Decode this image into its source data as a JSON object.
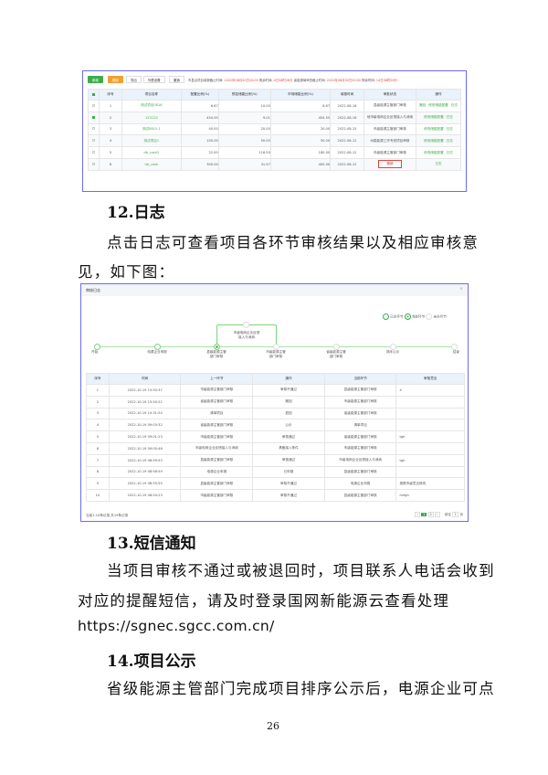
{
  "screenshot1": {
    "buttons": [
      "新增",
      "删除",
      "导出",
      "列表设置",
      "撤销"
    ],
    "notice": {
      "label1": "市县点项目填报截止时间:",
      "date1": "2022年08月20日20:00",
      "remain_label1": "剩余时间:",
      "remain1": "4日38时26分",
      "label2": "省能源局审查截止时间:",
      "date2": "2022年08月30日20:00",
      "remain_label2": "剩余时间:",
      "remain2": "14日38时26分"
    },
    "headers": [
      "",
      "序号",
      "项目名称",
      "配置比例(%)",
      "预控储能比例(%)",
      "市场储能比例(%)",
      "填报时间",
      "审批状态",
      "操作"
    ],
    "rows": [
      {
        "no": "1",
        "name": "测试项目0816",
        "a": "6.67",
        "b": "10.00",
        "c": "6.67",
        "date": "2022-08-16",
        "status": "县级能源主管部门审核",
        "ops": [
          "撤回",
          "修改储能配置",
          "日志"
        ],
        "checked": false
      },
      {
        "no": "2",
        "name": "123123",
        "a": "454.55",
        "b": "9.01",
        "c": "454.55",
        "date": "2022-08-16",
        "status": "地市级电网企业反馈接入与消纳",
        "ops": [
          "修改储能配置",
          "日志"
        ],
        "checked": true
      },
      {
        "no": "3",
        "name": "测试0815-1",
        "a": "40.00",
        "b": "20.00",
        "c": "20.00",
        "date": "2022-08-15",
        "status": "市级能源主管部门审核",
        "ops": [
          "修改储能配置",
          "日志"
        ],
        "checked": false
      },
      {
        "no": "4",
        "name": "测试项目1",
        "a": "100.00",
        "b": "50.00",
        "c": "50.00",
        "date": "2022-08-12",
        "status": "州能能源工作专班项目审核",
        "ops": [
          "修改储能配置",
          "日志"
        ],
        "checked": false
      },
      {
        "no": "5",
        "name": "db_cash2",
        "a": "22.00",
        "b": "116.50",
        "c": "180.00",
        "date": "2022-08-12",
        "status": "市级能源主管部门审核",
        "ops": [
          "修改储能配置",
          "日志"
        ],
        "checked": false
      },
      {
        "no": "6",
        "name": "db_cash",
        "a": "300.00",
        "b": "31.97",
        "c": "400.00",
        "date": "2022-08-12",
        "status": "撤销",
        "ops": [
          "日志"
        ],
        "checked": false
      }
    ]
  },
  "section12": {
    "title": "12.日志",
    "para_line1": "点击日志可查看项目各环节审核结果以及相应审核意",
    "para_line2": "见，如下图："
  },
  "screenshot2": {
    "title": "审核日志",
    "close": "×",
    "legend": [
      "已办环节",
      "当前环节",
      "未办环节"
    ],
    "branch_node": "市级电网企业反馈接入与消纳",
    "steps": [
      "开始",
      "电源企业申报",
      "县级能源主管部门审核",
      "市级能源主管部门审核",
      "省级能源主管部门审核",
      "排序公示",
      "结束"
    ],
    "headers": [
      "序号",
      "时间",
      "上一环节",
      "操作",
      "当前环节",
      "审核意见"
    ],
    "rows": [
      [
        "1",
        "2022-10-19 15:50:37",
        "市级能源主管部门审核",
        "审核不通过",
        "县级能源主管部门审核",
        "4"
      ],
      [
        "2",
        "2022-10-19 15:50:22",
        "省级能源主管部门审核",
        "撤回",
        "市级能源主管部门审核",
        ""
      ],
      [
        "3",
        "2022-10-19 10:31:54",
        "清单项目",
        "退回",
        "省级能源主管部门审核",
        ""
      ],
      [
        "4",
        "2022-10-19 09:03:32",
        "省级能源主管部门审核",
        "公示",
        "清单项目",
        ""
      ],
      [
        "5",
        "2022-10-19 09:01:23",
        "市级能源主管部门审核",
        "审核通过",
        "省级能源主管部门审核",
        "tgh"
      ],
      [
        "6",
        "2022-10-19 09:00:48",
        "市级电网企业反馈接入与消纳",
        "具备接入条件",
        "市级能源主管部门审核",
        ""
      ],
      [
        "7",
        "2022-10-19 08:59:53",
        "县级能源主管部门审核",
        "审核通过",
        "市级电网企业反馈接入与消纳",
        "tgh"
      ],
      [
        "8",
        "2022-10-19 08:58:59",
        "电源企业申报",
        "已申报",
        "县级能源主管部门审核",
        ""
      ],
      [
        "9",
        "2022-10-19 08:55:55",
        "县级能源主管部门审核",
        "审核不通过",
        "电源企业申报",
        "按照市级意见修改"
      ],
      [
        "10",
        "2022-10-19 08:54:23",
        "市级能源主管部门审核",
        "审核不通过",
        "县级能源主管部门审核",
        "hvtgh"
      ]
    ],
    "summary": "当前1-10条记录,共19条记录",
    "pagination": {
      "prev": "‹",
      "pages": [
        "1",
        "2"
      ],
      "next": "›",
      "goto_label": "前往",
      "goto_value": "1",
      "unit": "页"
    }
  },
  "section13": {
    "title": "13.短信通知",
    "para_line1": "当项目审核不通过或被退回时，项目联系人电话会收到",
    "para_line2": "对应的提醒短信，请及时登录国网新能源云查看处理",
    "url": "https://sgnec.sgcc.com.cn/"
  },
  "section14": {
    "title": "14.项目公示",
    "para_line1": "省级能源主管部门完成项目排序公示后，电源企业可点"
  },
  "page_number": "26"
}
